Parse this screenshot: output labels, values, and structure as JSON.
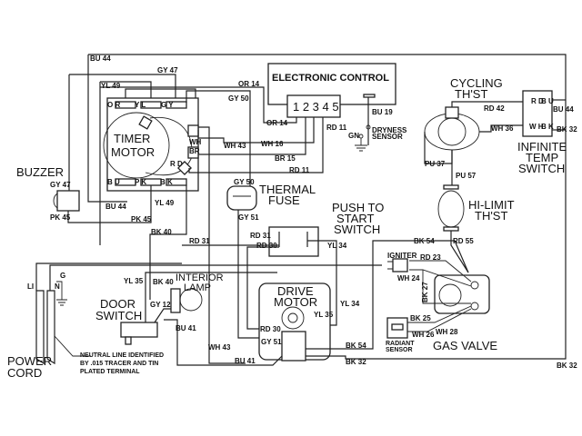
{
  "components": {
    "electronic_control": "ELECTRONIC CONTROL",
    "control_pins": "1 2 3 4 5",
    "timer_motor": [
      "TIMER",
      "MOTOR"
    ],
    "cycling_thst": [
      "CYCLING",
      "TH'ST"
    ],
    "infinite_temp_switch": [
      "INFINITE",
      "TEMP",
      "SWITCH"
    ],
    "buzzer": "BUZZER",
    "thermal_fuse": [
      "THERMAL",
      "FUSE"
    ],
    "push_to_start": [
      "PUSH TO",
      "START",
      "SWITCH"
    ],
    "hi_limit": [
      "HI-LIMIT",
      "TH'ST"
    ],
    "interior_lamp": [
      "INTERIOR",
      "LAMP"
    ],
    "door_switch": [
      "DOOR",
      "SWITCH"
    ],
    "drive_motor": [
      "DRIVE",
      "MOTOR"
    ],
    "power_cord": [
      "POWER",
      "CORD"
    ],
    "igniter": "IGNITER",
    "radiant_sensor": [
      "RADIANT",
      "SENSOR"
    ],
    "gas_valve": "GAS VALVE",
    "dryness_sensor": [
      "DRYNESS",
      "SENSOR"
    ],
    "ground": "GN"
  },
  "note": [
    "NEUTRAL LINE IDENTIFIED",
    "BY .015 TRACER AND TIN",
    "PLATED TERMINAL"
  ],
  "timer_terminals": {
    "top": [
      "O R",
      "Y L",
      "G Y"
    ],
    "bottom": [
      "B U",
      "P K",
      "B K"
    ],
    "side": [
      "WH",
      "BR",
      "R D"
    ]
  },
  "infinite_terminals": [
    "R D",
    "B U",
    "W H",
    "B K"
  ],
  "cord_labels": [
    "LI",
    "N",
    "G"
  ],
  "wires": {
    "bu44": "BU 44",
    "gy47": "GY 47",
    "yl49": "YL 49",
    "or14": "OR 14",
    "gy50": "GY 50",
    "wh16": "WH 16",
    "br15": "BR 15",
    "rd11": "RD 11",
    "bu19": "BU 19",
    "wh43": "WH 43",
    "rd42": "RD 42",
    "wh36": "WH 36",
    "bk32": "BK 32",
    "pu37": "PU 37",
    "pu57": "PU 57",
    "pk45": "PK 45",
    "bk40": "BK 40",
    "gy51": "GY 51",
    "rd31": "RD 31",
    "rd30": "RD 30",
    "yl34": "YL 34",
    "rd55": "RD 55",
    "bk54": "BK 54",
    "rd23": "RD 23",
    "wh24": "WH 24",
    "bk27": "BK 27",
    "bk25": "BK 25",
    "wh26": "WH 26",
    "wh28": "WH 28",
    "yl35": "YL 35",
    "gy12": "GY 12",
    "bu41": "BU 41"
  }
}
